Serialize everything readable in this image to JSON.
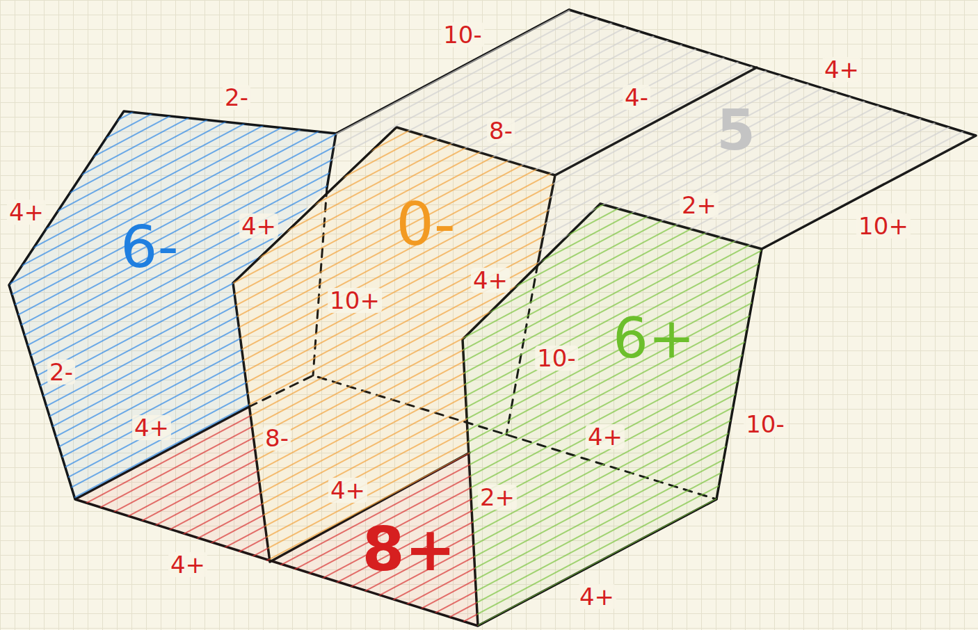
{
  "diagram": {
    "nodes": [
      {
        "text": [
          "6-"
        ]
      },
      {
        "text": [
          "0-"
        ]
      },
      {
        "text": [
          "5"
        ]
      },
      {
        "text": [
          "6+"
        ]
      },
      {
        "text": [
          "8+"
        ]
      }
    ],
    "labels": [
      "10-",
      "4+",
      "2-",
      "4-",
      "8-",
      "2+",
      "4+",
      "4+",
      "10+",
      "4+",
      "10+",
      "10-",
      "2-",
      "10-",
      "4+",
      "8-",
      "4+",
      "4+",
      "2+",
      "4+",
      "4+"
    ]
  }
}
